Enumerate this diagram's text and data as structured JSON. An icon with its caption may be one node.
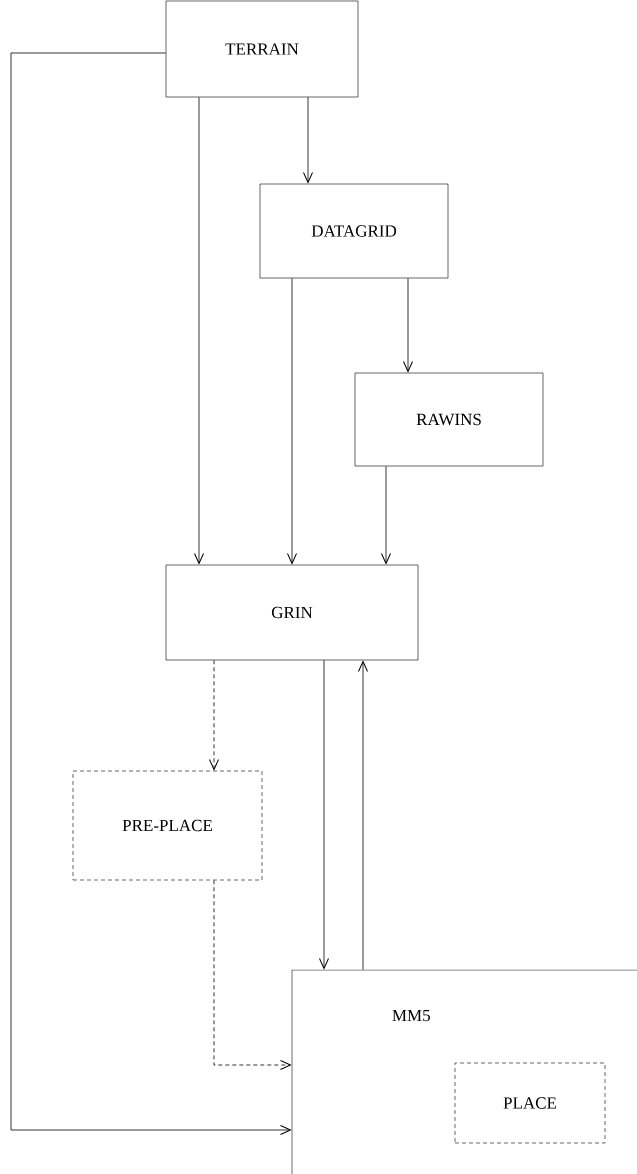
{
  "diagram": {
    "nodes": [
      {
        "text": [
          "TERRAIN"
        ]
      },
      {
        "text": [
          "DATAGRID"
        ]
      },
      {
        "text": [
          "RAWINS"
        ]
      },
      {
        "text": [
          "GRIN"
        ]
      },
      {
        "text": [
          "PRE-PLACE"
        ]
      },
      {
        "text": [
          "MM5"
        ]
      },
      {
        "text": [
          "PLACE"
        ],
        "in": 5
      }
    ],
    "edges": [
      {
        "from": 0,
        "to": 1,
        "arrow": "to"
      },
      {
        "from": 0,
        "to": 3,
        "arrow": "to"
      },
      {
        "from": 0,
        "to": 5,
        "arrow": "to"
      },
      {
        "from": 1,
        "to": 3,
        "arrow": "to"
      },
      {
        "from": 1,
        "to": 2,
        "arrow": "to"
      },
      {
        "from": 2,
        "to": 3,
        "arrow": "to"
      },
      {
        "from": 3,
        "to": 4,
        "arrow": "to",
        "style": "dashed"
      },
      {
        "from": 3,
        "to": 5,
        "arrow": "to"
      },
      {
        "from": 5,
        "to": 3,
        "arrow": "to"
      },
      {
        "from": 4,
        "to": 5,
        "arrow": "to",
        "style": "dashed"
      }
    ]
  }
}
